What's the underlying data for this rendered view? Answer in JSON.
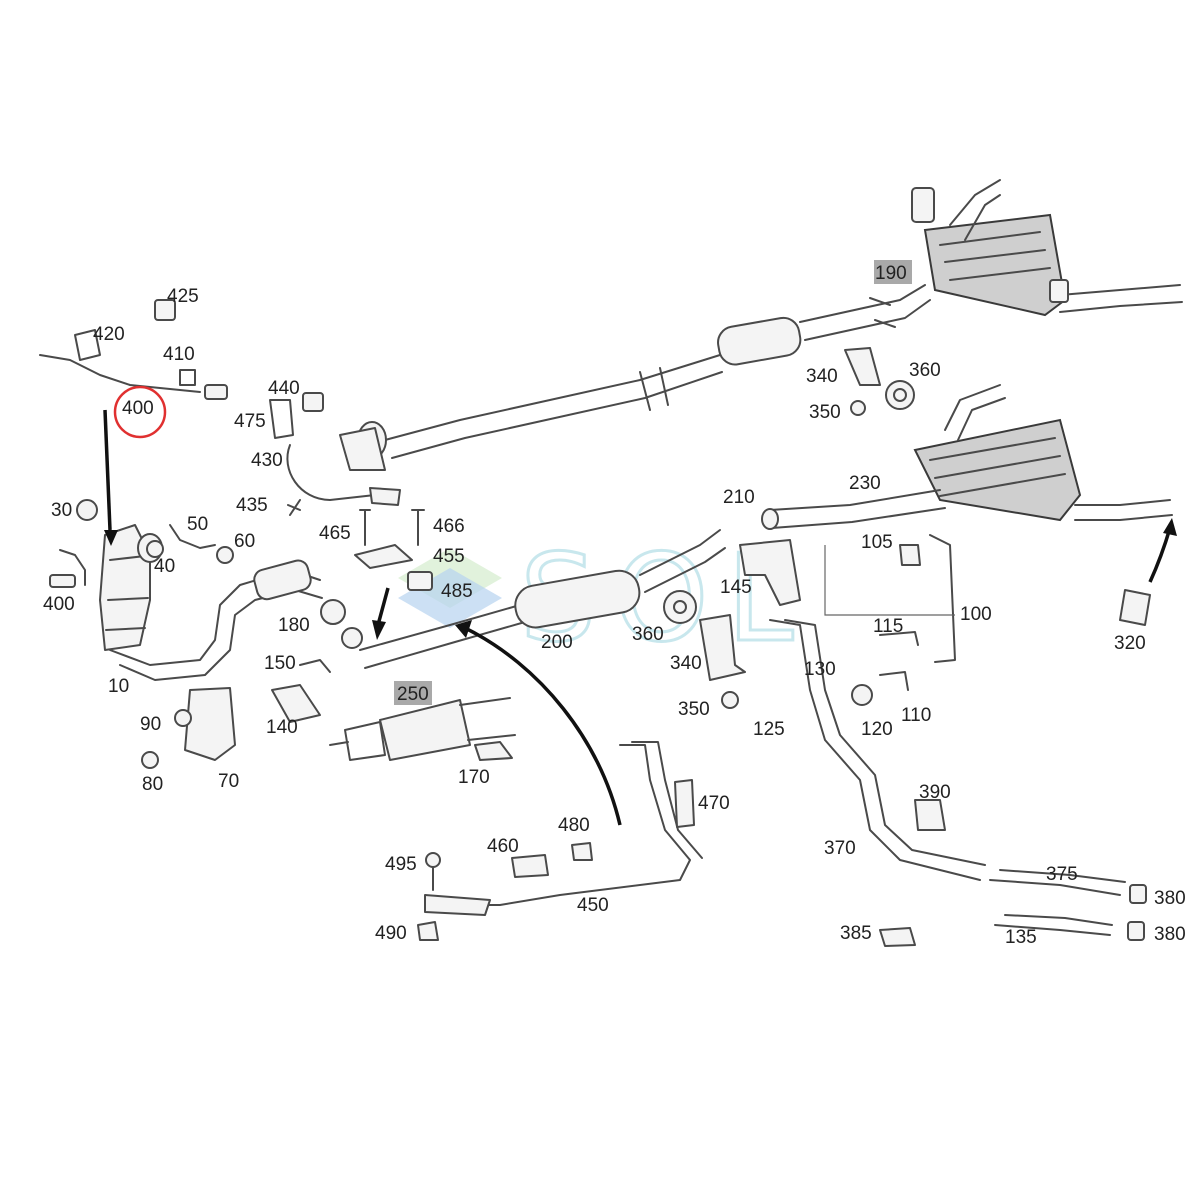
{
  "diagram": {
    "watermark": "SOL",
    "highlight_color": "#e03030",
    "watermark_color": "#bfe3ea",
    "callouts": {
      "c10": "10",
      "c30": "30",
      "c40": "40",
      "c50": "50",
      "c60": "60",
      "c70": "70",
      "c80": "80",
      "c90": "90",
      "c100": "100",
      "c105": "105",
      "c110": "110",
      "c115": "115",
      "c120": "120",
      "c125": "125",
      "c130": "130",
      "c135": "135",
      "c140": "140",
      "c145": "145",
      "c150": "150",
      "c170": "170",
      "c180": "180",
      "c190": "190",
      "c200": "200",
      "c210": "210",
      "c230": "230",
      "c250": "250",
      "c320": "320",
      "c340a": "340",
      "c340b": "340",
      "c350a": "350",
      "c350b": "350",
      "c360a": "360",
      "c360b": "360",
      "c370": "370",
      "c375": "375",
      "c380a": "380",
      "c380b": "380",
      "c385": "385",
      "c390": "390",
      "c400a": "400",
      "c400b": "400",
      "c410": "410",
      "c420": "420",
      "c425": "425",
      "c430": "430",
      "c435": "435",
      "c440": "440",
      "c450": "450",
      "c455": "455",
      "c460": "460",
      "c465": "465",
      "c466": "466",
      "c470": "470",
      "c475": "475",
      "c480": "480",
      "c485": "485",
      "c490": "490",
      "c495": "495"
    }
  }
}
